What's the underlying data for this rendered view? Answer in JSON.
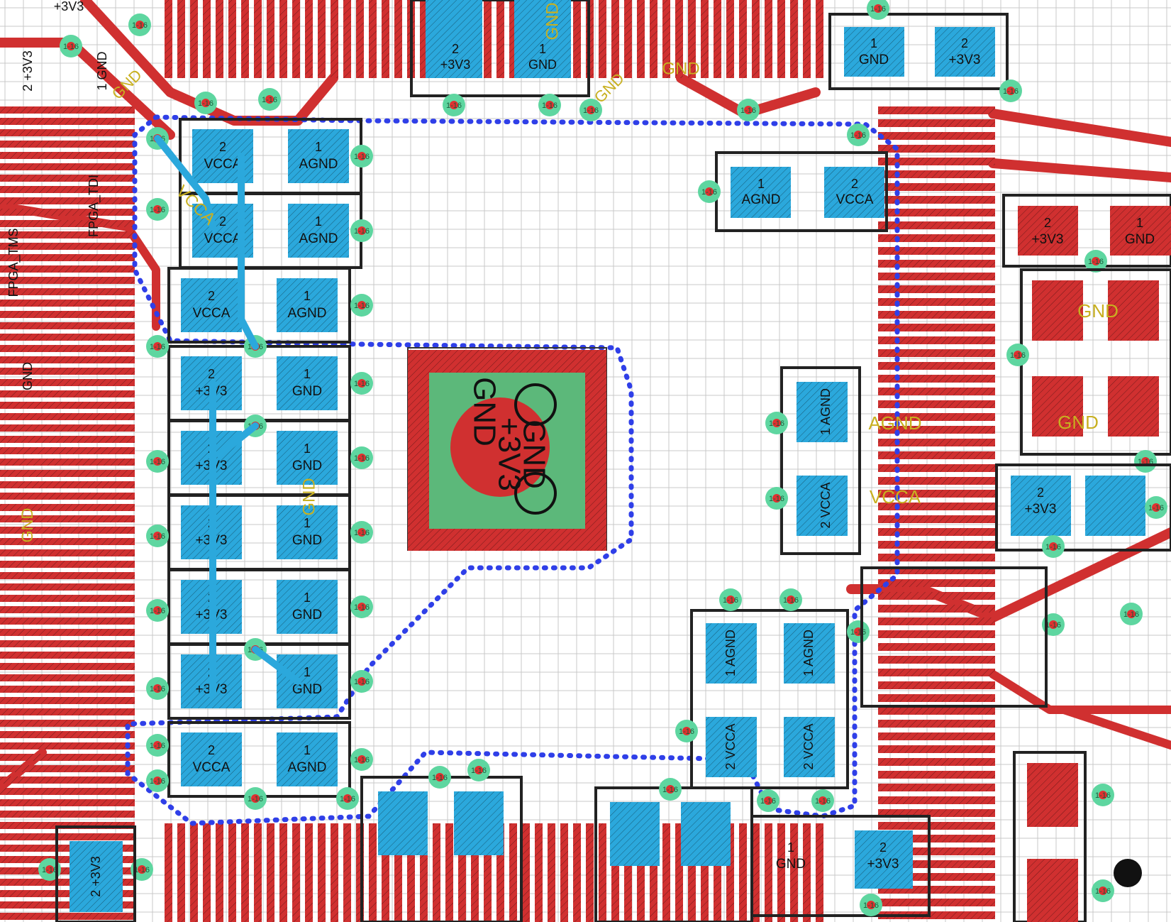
{
  "editor": {
    "view": "pcb-layout",
    "colors": {
      "grid": "#c8c8c8",
      "top_copper": "#d03030",
      "bottom_copper": "#2ba8dc",
      "silkscreen": "#222222",
      "net_label": "#c8b020",
      "via_ring": "#5ed6a0",
      "via_hole": "#e03030",
      "zone_outline": "#2f3fe8",
      "thermal_pad": "#5cb87a"
    }
  },
  "labels": {
    "vcca": "VCCA",
    "agnd": "AGND",
    "gnd": "GND",
    "v3": "+3V3",
    "pin1": "1",
    "pin2": "2",
    "via": "1-16",
    "fpga_tdi": "FPGA_TDI",
    "fpga_tms": "FPGA_TMS"
  },
  "decaps_left": [
    {
      "pin2": "VCCA",
      "pin1": "AGND"
    },
    {
      "pin2": "VCCA",
      "pin1": "AGND"
    },
    {
      "pin2": "VCCA",
      "pin1": "AGND"
    },
    {
      "pin2": "+3V3",
      "pin1": "GND"
    },
    {
      "pin2": "+3V3",
      "pin1": "GND"
    },
    {
      "pin2": "+3V3",
      "pin1": "GND"
    },
    {
      "pin2": "+3V3",
      "pin1": "GND"
    },
    {
      "pin2": "+3V3",
      "pin1": "GND"
    },
    {
      "pin2": "VCCA",
      "pin1": "AGND"
    }
  ],
  "center_pad": {
    "net": "GND",
    "text_lines": [
      "GND",
      "+3V3",
      "GND"
    ]
  }
}
